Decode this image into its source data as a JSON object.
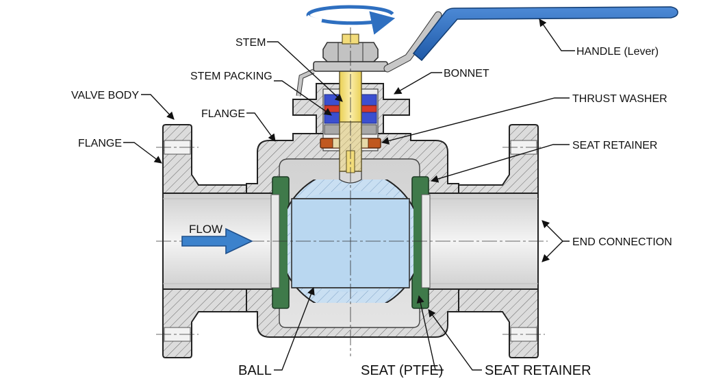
{
  "labels": {
    "stem": "STEM",
    "stem_packing": "STEM PACKING",
    "valve_body": "VALVE BODY",
    "flange_left": "FLANGE",
    "flange_top": "FLANGE",
    "handle": "HANDLE (Lever)",
    "bonnet": "BONNET",
    "thrust_washer": "THRUST WASHER",
    "seat_retainer_right": "SEAT RETAINER",
    "end_connection": "END CONNECTION",
    "flow": "FLOW",
    "ball": "BALL",
    "seat": "SEAT (PTFE)",
    "seat_retainer_bottom": "SEAT RETAINER"
  },
  "colors": {
    "handle_blue": "#2e6fc0",
    "handle_dark": "#1d4f8f",
    "ball_fill": "#c9dff2",
    "bore_fill": "#e6e6e6",
    "body_fill": "#dcdcdc",
    "stem_yellow": "#f2dc7a",
    "packing_blue": "#3b4fd0",
    "packing_red": "#d33a2a",
    "washer_orange": "#c0581f",
    "seat_green": "#3f7a4a",
    "flow_arrow": "#3c82cc"
  }
}
